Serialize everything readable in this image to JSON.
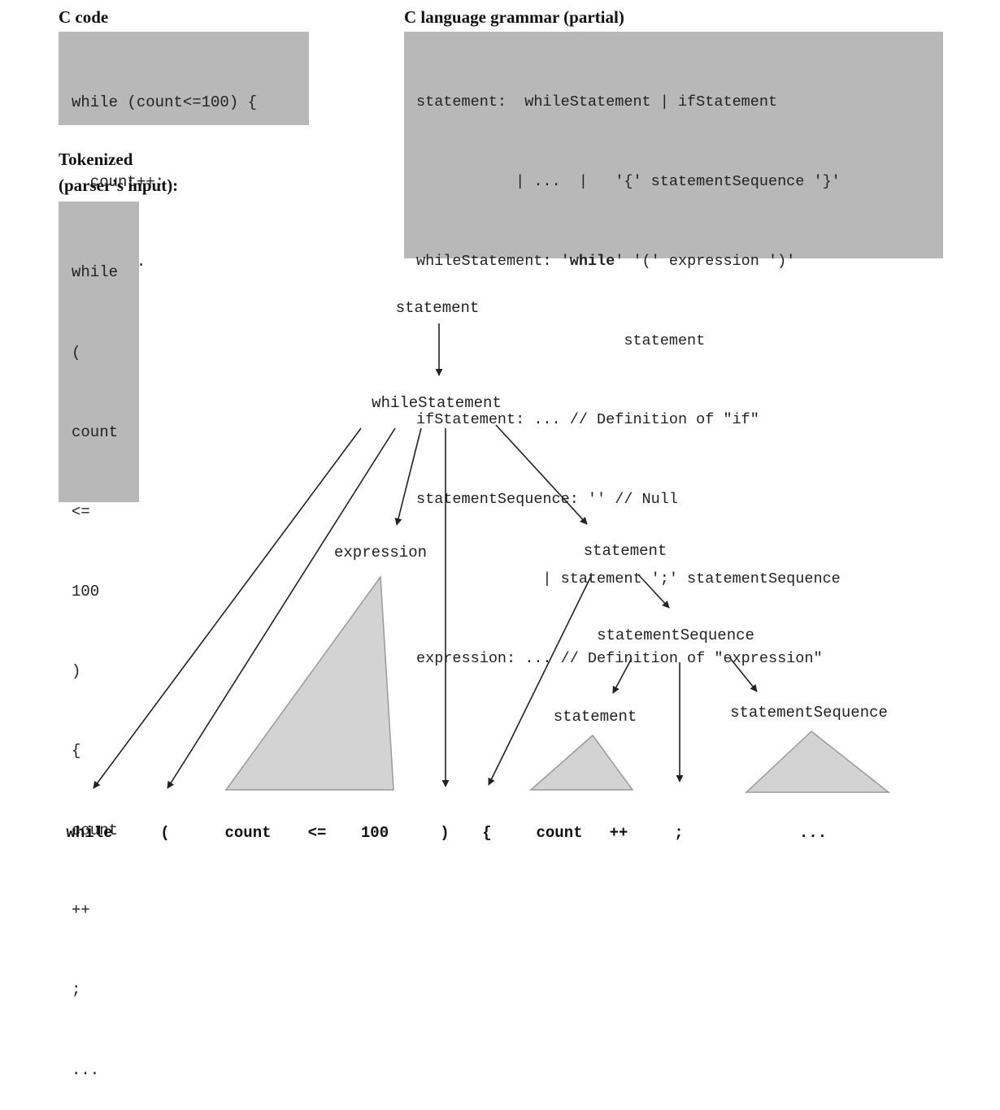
{
  "headers": {
    "c_code": "C code",
    "grammar": "C language grammar (partial)",
    "tokenized_line1": "Tokenized",
    "tokenized_line2": "(parser’s input):"
  },
  "c_code_lines": [
    "while (count<=100) {",
    "  count++;",
    "  // ..."
  ],
  "grammar_lines": [
    [
      "statement:  whileStatement | ifStatement",
      ""
    ],
    [
      "           | ...  |   '{' statementSequence '}'",
      ""
    ],
    [
      "whileStatement: '",
      "while",
      "' '(' expression ')'"
    ],
    [
      "                       statement",
      ""
    ],
    [
      "ifStatement: ... // Definition of \"if\"",
      ""
    ],
    [
      "statementSequence: '' // Null",
      ""
    ],
    [
      "              | statement ';' statementSequence",
      ""
    ],
    [
      "expression: ... // Definition of \"expression\"",
      ""
    ]
  ],
  "tokens": [
    "while",
    "(",
    "count",
    "<=",
    "100",
    ")",
    "{",
    "count",
    "++",
    ";",
    "..."
  ],
  "tree": {
    "nodes": {
      "root": "statement",
      "while_statement": "whileStatement",
      "expression": "expression",
      "body_statement": "statement",
      "statement_sequence": "statementSequence",
      "inner_statement": "statement",
      "inner_statement_sequence": "statementSequence"
    },
    "leaves": [
      "while",
      "(",
      "count",
      "<=",
      "100",
      ")",
      "{",
      "count",
      "++",
      ";",
      "..."
    ]
  },
  "colors": {
    "panel": "#b8b8b8",
    "triangle_fill": "#d3d3d3",
    "triangle_stroke": "#9a9a9a",
    "arrow": "#222222"
  }
}
